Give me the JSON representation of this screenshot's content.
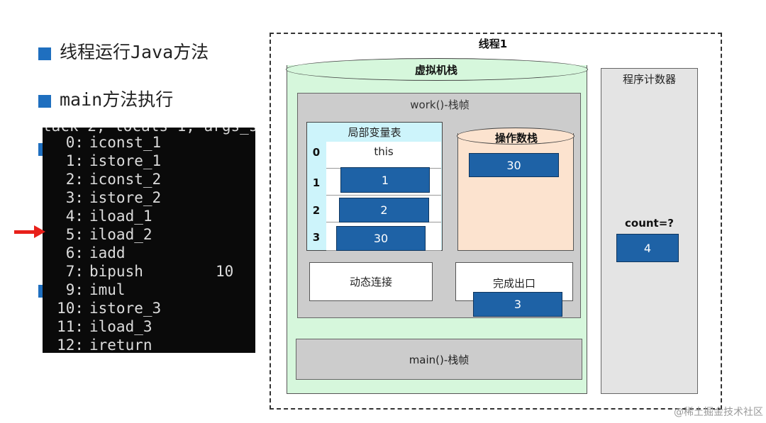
{
  "bullets": [
    {
      "text": "线程运行Java方法"
    },
    {
      "text": "main方法执行"
    }
  ],
  "console": {
    "top_partial": "tack 2, locals 1, args_s",
    "lines": [
      {
        "idx": "0:",
        "op": "iconst_1",
        "arg": ""
      },
      {
        "idx": "1:",
        "op": "istore_1",
        "arg": ""
      },
      {
        "idx": "2:",
        "op": "iconst_2",
        "arg": ""
      },
      {
        "idx": "3:",
        "op": "istore_2",
        "arg": ""
      },
      {
        "idx": "4:",
        "op": "iload_1",
        "arg": ""
      },
      {
        "idx": "5:",
        "op": "iload_2",
        "arg": ""
      },
      {
        "idx": "6:",
        "op": "iadd",
        "arg": ""
      },
      {
        "idx": "7:",
        "op": "bipush",
        "arg": "10"
      },
      {
        "idx": "9:",
        "op": "imul",
        "arg": ""
      },
      {
        "idx": "10:",
        "op": "istore_3",
        "arg": ""
      },
      {
        "idx": "11:",
        "op": "iload_3",
        "arg": ""
      },
      {
        "idx": "12:",
        "op": "ireturn",
        "arg": ""
      }
    ],
    "current_line": 5
  },
  "diagram": {
    "thread_title": "线程1",
    "vm_stack_title": "虚拟机栈",
    "work_frame_title": "work()-栈帧",
    "locals": {
      "title": "局部变量表",
      "slots": [
        {
          "index": "0",
          "value": "this"
        },
        {
          "index": "1",
          "value": "1"
        },
        {
          "index": "2",
          "value": "2"
        },
        {
          "index": "3",
          "value": "30"
        }
      ]
    },
    "operand_stack": {
      "title": "操作数栈",
      "values": [
        "30"
      ]
    },
    "dynamic_link": "动态连接",
    "return_address": {
      "label": "完成出口",
      "value": "3"
    },
    "main_frame_title": "main()-栈帧",
    "pc": {
      "title": "程序计数器",
      "label": "count=?",
      "value": "4"
    }
  },
  "watermark": "@稀土掘金技术社区",
  "colors": {
    "accent_blue": "#1e62a6",
    "arrow_red": "#e8201a",
    "vm_green": "#d6f7dc",
    "locals_cyan": "#cdf4fb",
    "opstack_peach": "#fce3cf"
  }
}
